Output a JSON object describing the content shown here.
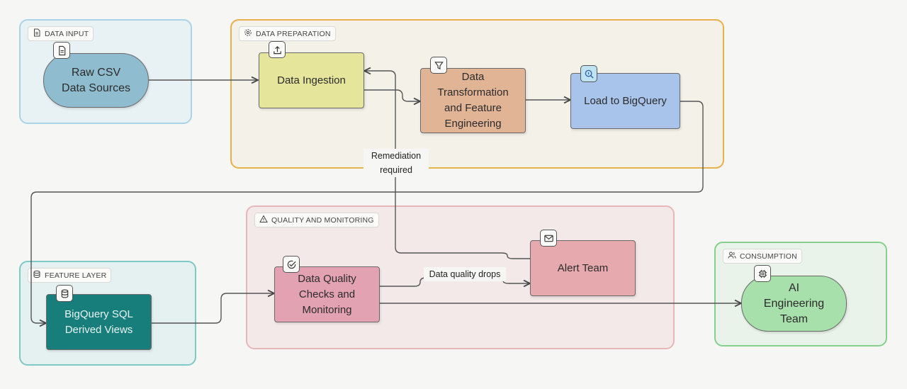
{
  "groups": {
    "data_input": "DATA INPUT",
    "data_preparation": "DATA PREPARATION",
    "quality_monitoring": "QUALITY AND MONITORING",
    "feature_layer": "FEATURE LAYER",
    "consumption": "CONSUMPTION"
  },
  "nodes": {
    "raw_csv": "Raw CSV Data Sources",
    "ingestion": "Data Ingestion",
    "transformation": "Data Transformation and Feature Engineering",
    "load_bigquery": "Load to BigQuery",
    "bigquery_views": "BigQuery SQL Derived Views",
    "quality_checks": "Data Quality Checks and Monitoring",
    "alert_team": "Alert Team",
    "ai_team": "AI Engineering Team"
  },
  "edge_labels": {
    "remediation": "Remediation required",
    "quality_drops": "Data quality drops"
  },
  "colors": {
    "input_group": "#a9d4e6",
    "prep_group": "#e6b24a",
    "quality_group": "#e7b7b7",
    "feature_group": "#7fc8c6",
    "consumption_group": "#86cf8c",
    "raw_csv": "#8fbdcf",
    "ingestion": "#e6e59c",
    "transformation": "#e2b496",
    "load_bigquery": "#a9c4ea",
    "bigquery_views": "#177e7c",
    "quality_checks": "#e3a2b2",
    "alert_team": "#e6a9ae",
    "ai_team": "#a8e0ac"
  },
  "icons": {
    "data_input": "document-icon",
    "data_preparation": "gear-icon",
    "quality_monitoring": "warning-icon",
    "feature_layer": "database-icon",
    "consumption": "users-icon",
    "raw_csv": "file-icon",
    "ingestion": "upload-icon",
    "transformation": "filter-icon",
    "load_bigquery": "search-icon",
    "bigquery_views": "database-icon",
    "quality_checks": "check-circle-icon",
    "alert_team": "mail-icon",
    "ai_team": "chip-icon"
  }
}
